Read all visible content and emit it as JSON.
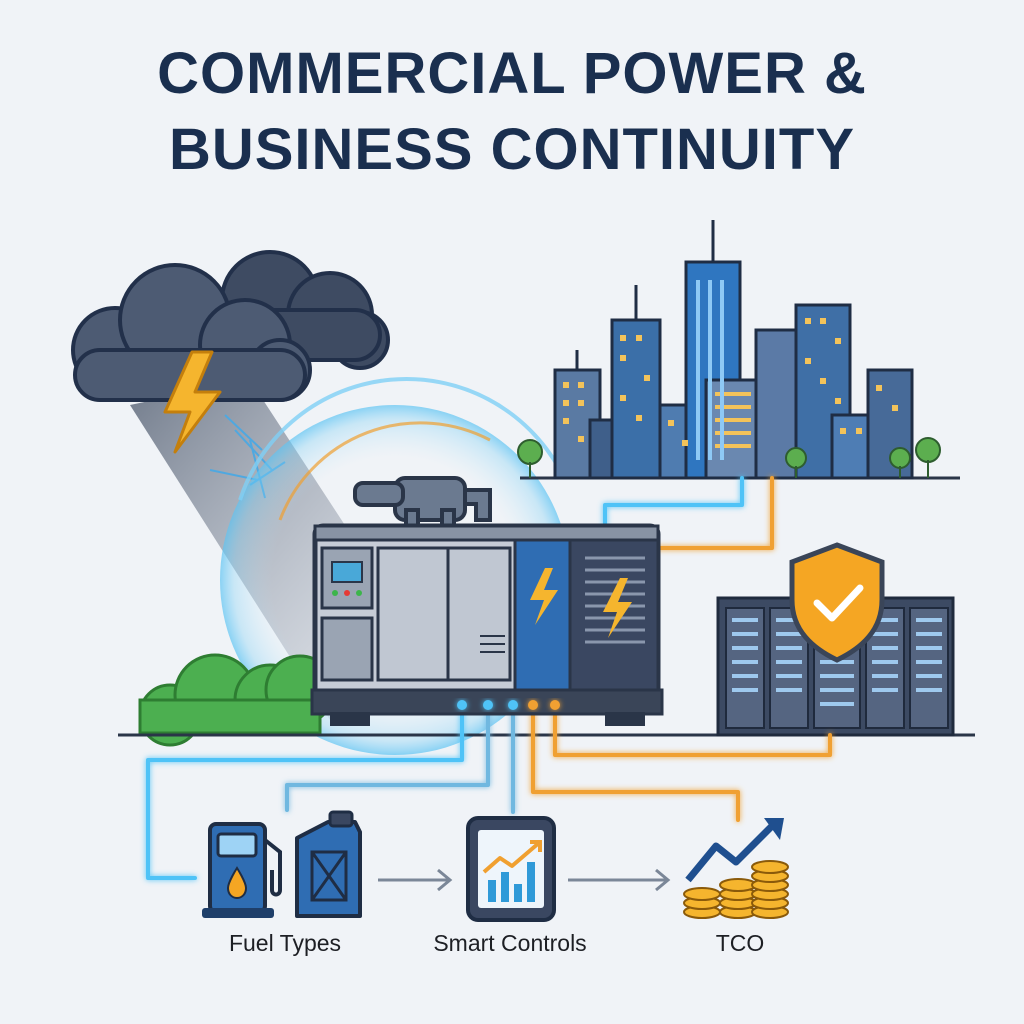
{
  "title": {
    "line1": "COMMERCIAL POWER &",
    "line2": "BUSINESS CONTINUITY"
  },
  "labels": {
    "fuel": "Fuel Types",
    "smart": "Smart Controls",
    "tco": "TCO"
  },
  "icons": {
    "storm": "storm-cloud-icon",
    "generator": "generator-icon",
    "city": "city-skyline-icon",
    "servers": "server-racks-icon",
    "shield": "shield-check-icon",
    "fuel_pump": "fuel-pump-icon",
    "jerrycan": "jerrycan-icon",
    "tablet": "tablet-chart-icon",
    "coins": "coins-growth-icon"
  },
  "colors": {
    "title": "#1a2f4f",
    "blue_line": "#4fc3f7",
    "orange_line": "#f0a030",
    "accent_blue": "#2f6db3",
    "bolt": "#f5b52e"
  }
}
